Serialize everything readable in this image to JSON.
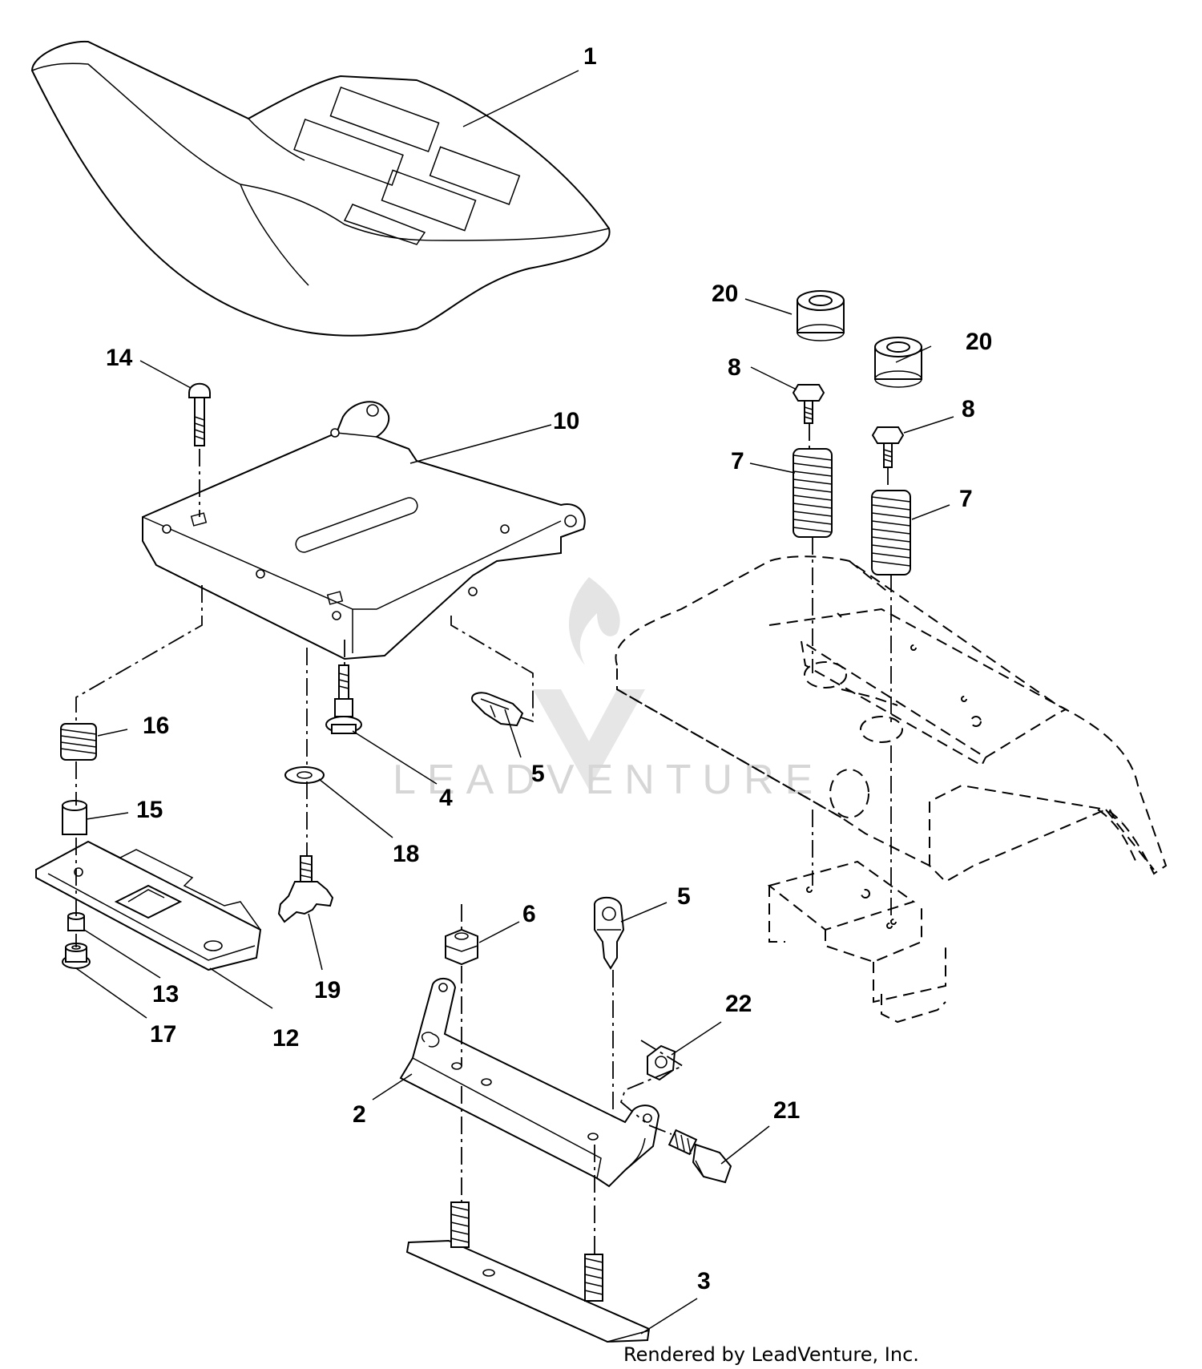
{
  "diagram": {
    "callouts": [
      {
        "id": "1",
        "label": "1"
      },
      {
        "id": "2",
        "label": "2"
      },
      {
        "id": "3",
        "label": "3"
      },
      {
        "id": "4",
        "label": "4"
      },
      {
        "id": "5a",
        "label": "5"
      },
      {
        "id": "5b",
        "label": "5"
      },
      {
        "id": "6",
        "label": "6"
      },
      {
        "id": "7a",
        "label": "7"
      },
      {
        "id": "7b",
        "label": "7"
      },
      {
        "id": "8a",
        "label": "8"
      },
      {
        "id": "8b",
        "label": "8"
      },
      {
        "id": "10",
        "label": "10"
      },
      {
        "id": "12",
        "label": "12"
      },
      {
        "id": "13",
        "label": "13"
      },
      {
        "id": "14",
        "label": "14"
      },
      {
        "id": "15",
        "label": "15"
      },
      {
        "id": "16",
        "label": "16"
      },
      {
        "id": "17",
        "label": "17"
      },
      {
        "id": "18",
        "label": "18"
      },
      {
        "id": "19",
        "label": "19"
      },
      {
        "id": "20a",
        "label": "20"
      },
      {
        "id": "20b",
        "label": "20"
      },
      {
        "id": "21",
        "label": "21"
      },
      {
        "id": "22",
        "label": "22"
      }
    ],
    "watermark": "LEADVENTURE",
    "credit": "Rendered by LeadVenture, Inc."
  }
}
